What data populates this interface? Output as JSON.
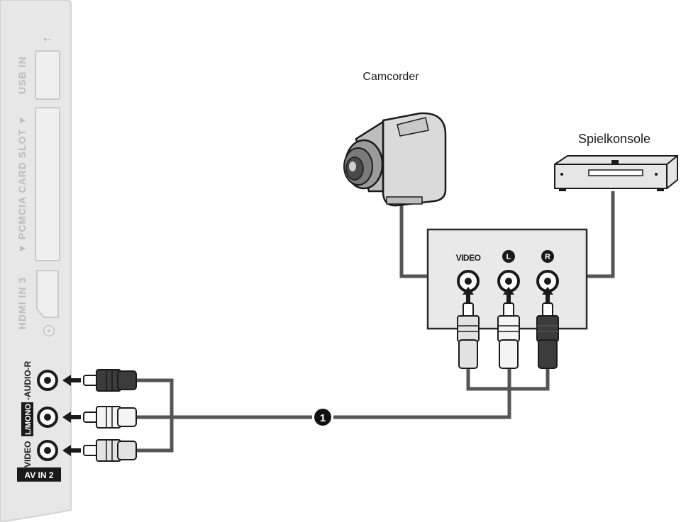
{
  "tv_panel": {
    "usb_label": "USB IN",
    "pcmcia_label": "▼ PCMCIA CARD SLOT ▼",
    "hdmi_label": "HDMI IN 3",
    "av_jack_label_video": "VIDEO",
    "av_jack_label_mono": "L/MONO",
    "av_jack_label_audio": "-AUDIO-R",
    "av_in_label": "AV IN 2"
  },
  "devices": {
    "camcorder_label": "Camcorder",
    "console_label": "Spielkonsole"
  },
  "jack_box": {
    "video_label": "VIDEO",
    "left_label": "L",
    "right_label": "R"
  },
  "callout": {
    "number": "1"
  },
  "colors": {
    "cable": "#555555",
    "red_plug": "#3c3c3c",
    "white_plug": "#f4f4f4",
    "panel": "#e6e6e6",
    "box": "#e9e9e9"
  }
}
